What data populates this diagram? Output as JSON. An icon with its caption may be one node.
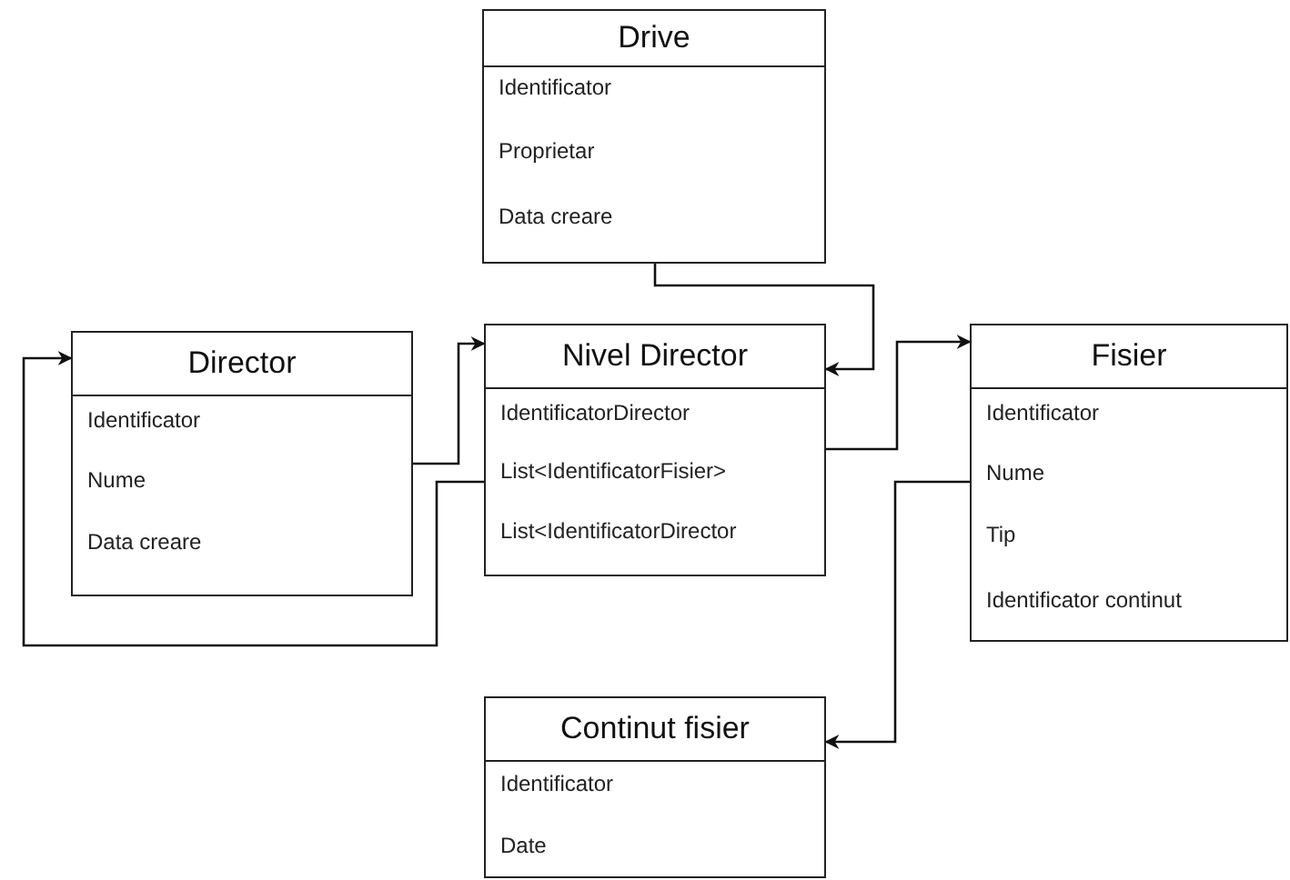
{
  "diagram": {
    "nodes": [
      {
        "text": [
          "Drive",
          "Identificator",
          "Proprietar",
          "Data creare"
        ]
      },
      {
        "text": [
          "Director",
          "Identificator",
          "Nume",
          "Data creare"
        ]
      },
      {
        "text": [
          "Nivel Director",
          "IdentificatorDirector",
          "List<IdentificatorFisier>",
          "List<IdentificatorDirector"
        ]
      },
      {
        "text": [
          "Fisier",
          "Identificator",
          "Nume",
          "Tip",
          "Identificator continut"
        ]
      },
      {
        "text": [
          "Continut fisier",
          "Identificator",
          "Date"
        ]
      }
    ],
    "edges": [
      {
        "from": 0,
        "to": 2,
        "arrow": "to"
      },
      {
        "from": 1,
        "to": 2,
        "arrow": "to"
      },
      {
        "from": 2,
        "to": 1,
        "arrow": "to"
      },
      {
        "from": 2,
        "to": 3,
        "arrow": "to"
      },
      {
        "from": 3,
        "to": 4,
        "arrow": "to"
      }
    ]
  }
}
